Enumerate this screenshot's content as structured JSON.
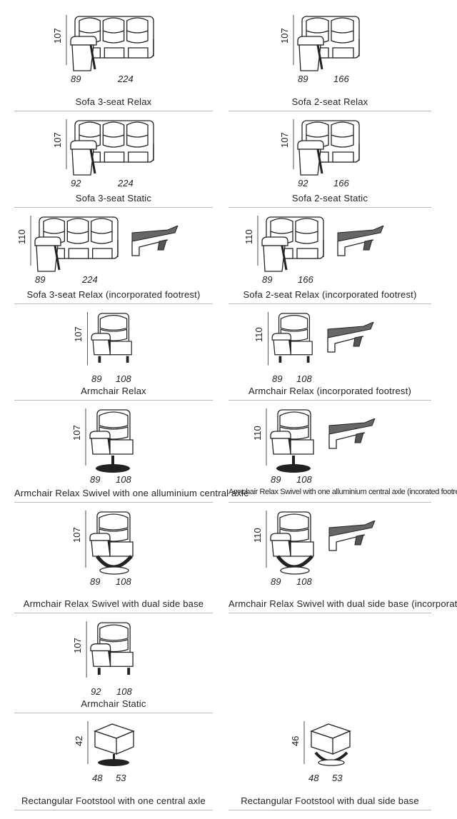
{
  "items": [
    {
      "caption": "Sofa 3-seat Relax",
      "type": "sofa3",
      "height": "107",
      "depth": "89",
      "width": "224",
      "footrest": false
    },
    {
      "caption": "Sofa 2-seat Relax",
      "type": "sofa2",
      "height": "107",
      "depth": "89",
      "width": "166",
      "footrest": false
    },
    {
      "caption": "Sofa 3-seat Static",
      "type": "sofa3",
      "height": "107",
      "depth": "92",
      "width": "224",
      "footrest": false
    },
    {
      "caption": "Sofa 2-seat Static",
      "type": "sofa2",
      "height": "107",
      "depth": "92",
      "width": "166",
      "footrest": false
    },
    {
      "caption": "Sofa 3-seat  Relax (incorporated footrest)",
      "type": "sofa3",
      "height": "110",
      "depth": "89",
      "width": "224",
      "footrest": true
    },
    {
      "caption": "Sofa 2-seat  Relax (incorporated footrest)",
      "type": "sofa2",
      "height": "110",
      "depth": "89",
      "width": "166",
      "footrest": true
    },
    {
      "caption": "Armchair Relax",
      "type": "chair",
      "height": "107",
      "depth": "89",
      "width": "108",
      "footrest": false
    },
    {
      "caption": "Armchair Relax (incorporated footrest)",
      "type": "chair",
      "height": "110",
      "depth": "89",
      "width": "108",
      "footrest": true
    },
    {
      "caption": "Armchair Relax Swivel with one alluminium central axle",
      "type": "swivel",
      "height": "107",
      "depth": "89",
      "width": "108",
      "footrest": false
    },
    {
      "caption": "Armchair Relax Swivel with one alluminium central axle (incorated footrest)",
      "type": "swivel",
      "height": "110",
      "depth": "89",
      "width": "108",
      "footrest": true,
      "small": true
    },
    {
      "caption": "Armchair Relax Swivel with dual side base",
      "type": "dual",
      "height": "107",
      "depth": "89",
      "width": "108",
      "footrest": false
    },
    {
      "caption": "Armchair Relax Swivel with dual side base (incorporated footrest)",
      "type": "dual",
      "height": "110",
      "depth": "89",
      "width": "108",
      "footrest": true
    },
    {
      "caption": "Armchair Static",
      "type": "chair",
      "height": "107",
      "depth": "92",
      "width": "108",
      "footrest": false
    },
    null,
    {
      "caption": "Rectangular Footstool with one central axle",
      "type": "stool",
      "height": "42",
      "depth": "48",
      "width": "53",
      "footrest": false
    },
    {
      "caption": "Rectangular Footstool with dual side base",
      "type": "stooldual",
      "height": "46",
      "depth": "48",
      "width": "53",
      "footrest": false
    }
  ]
}
